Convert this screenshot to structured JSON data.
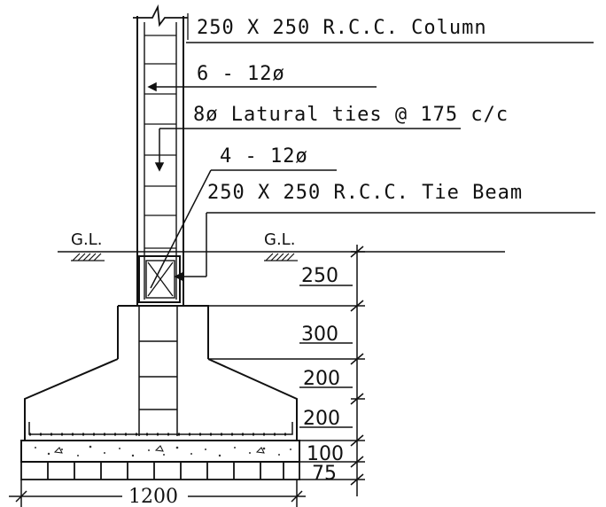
{
  "labels": {
    "column": "250 X 250 R.C.C. Column",
    "main_bars": "6 - 12ø",
    "ties": "8ø Latural ties @ 175 c/c",
    "tie_beam_bars": "4 - 12ø",
    "tie_beam": "250 X 250 R.C.C. Tie Beam",
    "ground_level_left": "G.L.",
    "ground_level_right": "G.L."
  },
  "dimensions": [
    "250",
    "300",
    "200",
    "200",
    "100",
    "75"
  ],
  "footing_width": "1200"
}
